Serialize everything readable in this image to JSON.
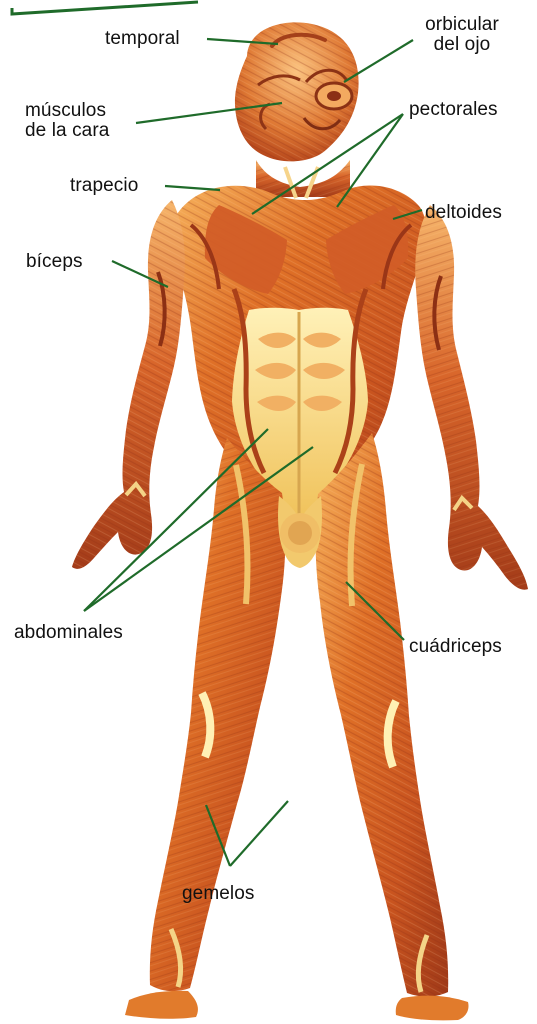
{
  "diagram": {
    "labels": {
      "temporal": "temporal",
      "orbicular_del_ojo": "orbicular\ndel ojo",
      "musculos_de_la_cara": "músculos\nde la cara",
      "pectorales": "pectorales",
      "trapecio": "trapecio",
      "deltoides": "deltoides",
      "biceps": "bíceps",
      "abdominales": "abdominales",
      "cuadriceps": "cuádriceps",
      "gemelos": "gemelos"
    },
    "colors": {
      "muscle_dark": "#b8471a",
      "muscle_mid": "#d86a24",
      "muscle_light": "#f3a245",
      "tendon": "#f7d37b",
      "callout": "#1f6b2a"
    }
  }
}
